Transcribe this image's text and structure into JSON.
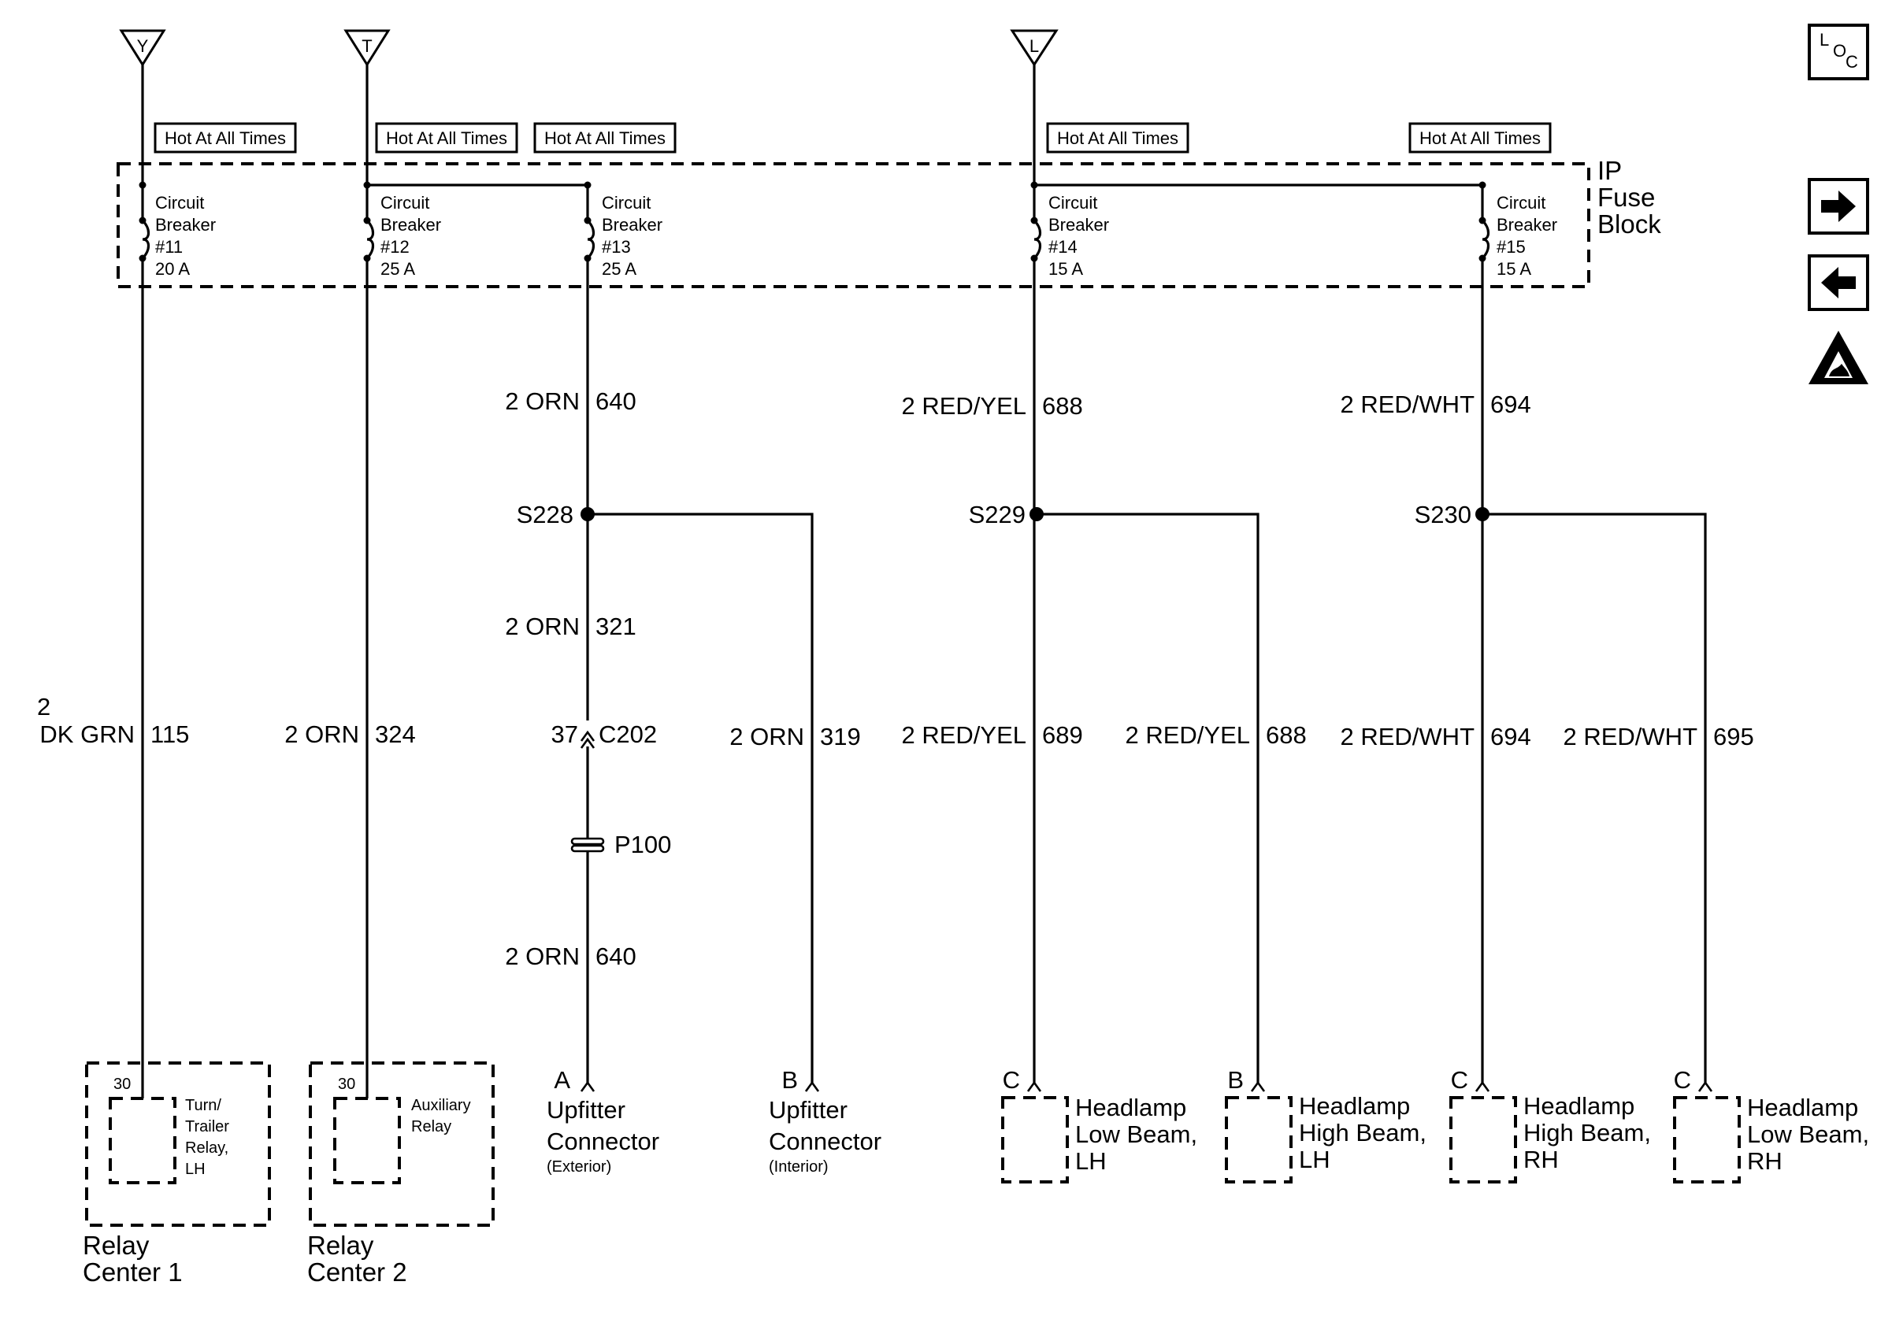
{
  "power_sources": [
    "Y",
    "T",
    "L"
  ],
  "hot_label": "Hot At All Times",
  "fuse_block": {
    "lines": [
      "IP",
      "Fuse",
      "Block"
    ]
  },
  "circuit_breakers": [
    {
      "lines": [
        "Circuit",
        "Breaker",
        "#11",
        "20 A"
      ]
    },
    {
      "lines": [
        "Circuit",
        "Breaker",
        "#12",
        "25 A"
      ]
    },
    {
      "lines": [
        "Circuit",
        "Breaker",
        "#13",
        "25 A"
      ]
    },
    {
      "lines": [
        "Circuit",
        "Breaker",
        "#14",
        "15 A"
      ]
    },
    {
      "lines": [
        "Circuit",
        "Breaker",
        "#15",
        "15 A"
      ]
    }
  ],
  "wires": {
    "w640_top": {
      "color": "2 ORN",
      "circuit": "640"
    },
    "w688_top": {
      "color": "2 RED/YEL",
      "circuit": "688"
    },
    "w694_top": {
      "color": "2 RED/WHT",
      "circuit": "694"
    },
    "w321": {
      "color": "2 ORN",
      "circuit": "321"
    },
    "w115": {
      "size": "2",
      "color": "DK GRN",
      "circuit": "115"
    },
    "w324": {
      "color": "2 ORN",
      "circuit": "324"
    },
    "w319": {
      "color": "2 ORN",
      "circuit": "319"
    },
    "w689": {
      "color": "2 RED/YEL",
      "circuit": "689"
    },
    "w688_low": {
      "color": "2 RED/YEL",
      "circuit": "688"
    },
    "w694_low": {
      "color": "2 RED/WHT",
      "circuit": "694"
    },
    "w695": {
      "color": "2 RED/WHT",
      "circuit": "695"
    },
    "w640_low": {
      "color": "2 ORN",
      "circuit": "640"
    }
  },
  "splices": [
    "S228",
    "S229",
    "S230"
  ],
  "connectors": {
    "c202_pin": "37",
    "c202": "C202",
    "p100": "P100"
  },
  "relay_centers": [
    {
      "pin": "30",
      "relay": [
        "Turn/",
        "Trailer",
        "Relay,",
        "LH"
      ],
      "name": [
        "Relay",
        "Center 1"
      ]
    },
    {
      "pin": "30",
      "relay": [
        "Auxiliary",
        "Relay"
      ],
      "name": [
        "Relay",
        "Center 2"
      ]
    }
  ],
  "loads": [
    {
      "pin": "A",
      "name": [
        "Upfitter",
        "Connector"
      ],
      "note": "(Exterior)"
    },
    {
      "pin": "B",
      "name": [
        "Upfitter",
        "Connector"
      ],
      "note": "(Interior)"
    },
    {
      "pin": "C",
      "name": [
        "Headlamp",
        "Low Beam,",
        "LH"
      ]
    },
    {
      "pin": "B",
      "name": [
        "Headlamp",
        "High Beam,",
        "LH"
      ]
    },
    {
      "pin": "C",
      "name": [
        "Headlamp",
        "High Beam,",
        "RH"
      ]
    },
    {
      "pin": "C",
      "name": [
        "Headlamp",
        "Low Beam,",
        "RH"
      ]
    }
  ],
  "side_icons": {
    "loc": [
      "L",
      "O",
      "C"
    ],
    "icon_names": [
      "loc-icon",
      "next-arrow-icon",
      "previous-arrow-icon",
      "esd-warning-icon"
    ]
  }
}
